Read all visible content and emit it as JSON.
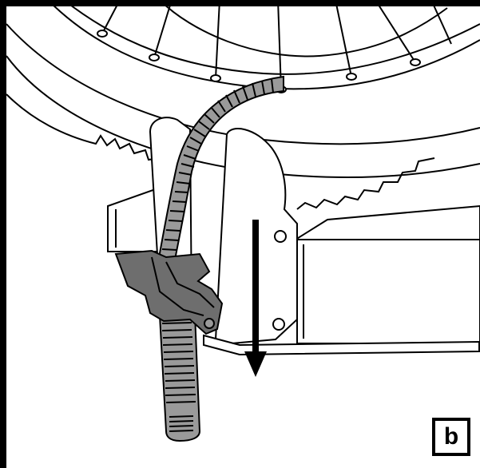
{
  "figure": {
    "panel_label": "b",
    "colors": {
      "outline": "#000000",
      "strap": "#9a9a9a",
      "buckle": "#6e6e6e",
      "background": "#ffffff"
    },
    "depicts": [
      "bicycle-wheel",
      "tire",
      "spokes",
      "wheel-holder-cradle",
      "ratchet-strap",
      "strap-buckle",
      "rack-crossbar",
      "downward-arrow"
    ]
  }
}
